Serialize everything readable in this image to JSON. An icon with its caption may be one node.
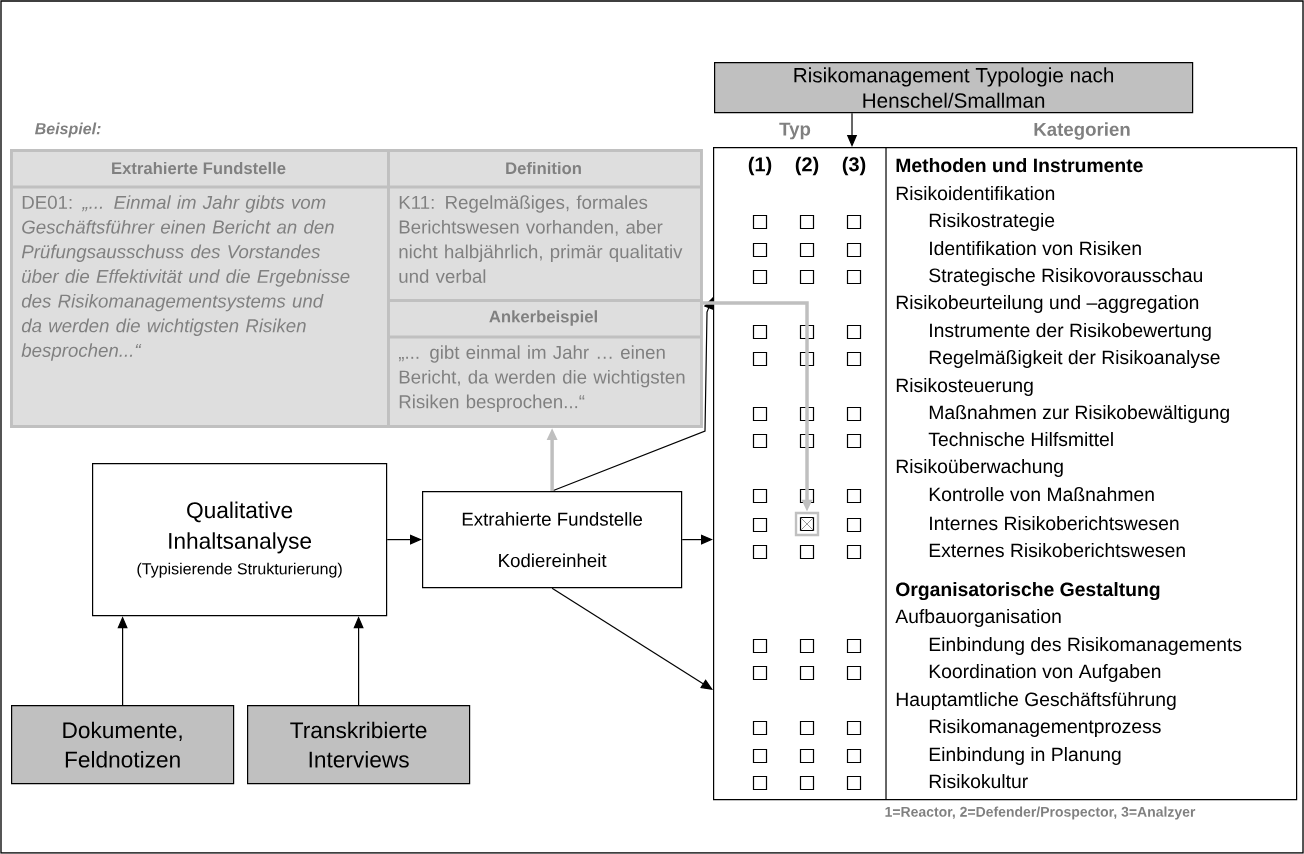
{
  "diagram": {
    "nodes": [
      {
        "text": [
          "Risikomanagement Typologie nach Henschel/Smallman"
        ]
      },
      {
        "text": [
          "Typ",
          "Kategorien"
        ]
      },
      {
        "text": [],
        "shape": "box",
        "in": 1
      },
      {
        "text": [
          "Extrahierte Fundstelle",
          "DE01: *„... Einmal im Jahr gibts vom Geschäftsführer einen Bericht an den Prüfungsausschuss des Vorstandes über die Effektivität und die Ergebnisse des Risikomanagementsystems und da werden die wichtigsten Risiken besprochen...“*"
        ]
      },
      {
        "text": [
          "Definition",
          "K11: Regelmäßiges, formales Berichtswesen vorhanden, aber nicht halbjährlich, primär qualitativ und verbal"
        ]
      },
      {
        "text": [
          "Ankerbeispiel",
          "„... gibt einmal im Jahr … einen Bericht, da werden die wichtigsten Risiken besprochen...“"
        ]
      },
      {
        "text": [
          "Qualitative Inhaltsanalyse",
          "(Typisierende Strukturierung)"
        ]
      },
      {
        "text": [
          "Extrahierte Fundstelle",
          "Kodiereinheit"
        ]
      },
      {
        "text": [
          "Dokumente, Feldnotizen"
        ]
      },
      {
        "text": [
          "Transkribierte Interviews"
        ]
      }
    ],
    "edges": [
      {
        "from": 8,
        "to": 6,
        "arrow": "to"
      },
      {
        "from": 9,
        "to": 6,
        "arrow": "to"
      },
      {
        "from": 6,
        "to": 7,
        "arrow": "to"
      },
      {
        "from": 7,
        "to": 1,
        "arrow": "to"
      },
      {
        "from": 7,
        "to": 1,
        "arrow": "to"
      },
      {
        "from": 7,
        "to": 1,
        "arrow": "to"
      },
      {
        "from": 7,
        "to": 5,
        "arrow": "to",
        "color": "#bfbfbf",
        "style": "thick"
      },
      {
        "from": 5,
        "to": 2,
        "arrow": "to",
        "color": "#bfbfbf",
        "style": "thick"
      },
      {
        "from": 0,
        "to": 1,
        "arrow": "to"
      }
    ],
    "labels": [
      "Beispiel:",
      "(1)",
      "(2)",
      "(3)",
      "Methoden und Instrumente",
      "Risikoidentifikation",
      "Risikostrategie",
      "Identifikation von Risiken",
      "Strategische Risikovorausschau",
      "Risikobeurteilung und –aggregation",
      "Instrumente der Risikobewertung",
      "Regelmäßigkeit der Risikoanalyse",
      "Risikosteuerung",
      "Maßnahmen zur Risikobewältigung",
      "Technische Hilfsmittel",
      "Risikoüberwachung",
      "Kontrolle von Maßnahmen",
      "Internes Risikoberichtswesen",
      "Externes Risikoberichtswesen",
      "Organisatorische Gestaltung",
      "Aufbauorganisation",
      "Einbindung des Risikomanagements",
      "Koordination von Aufgaben",
      "Hauptamtliche Geschäftsführung",
      "Risikomanagementprozess",
      "Einbindung in Planung",
      "Risikokultur",
      "1=Reactor,  2=Defender/Prospector,  3=Analzyer"
    ]
  }
}
